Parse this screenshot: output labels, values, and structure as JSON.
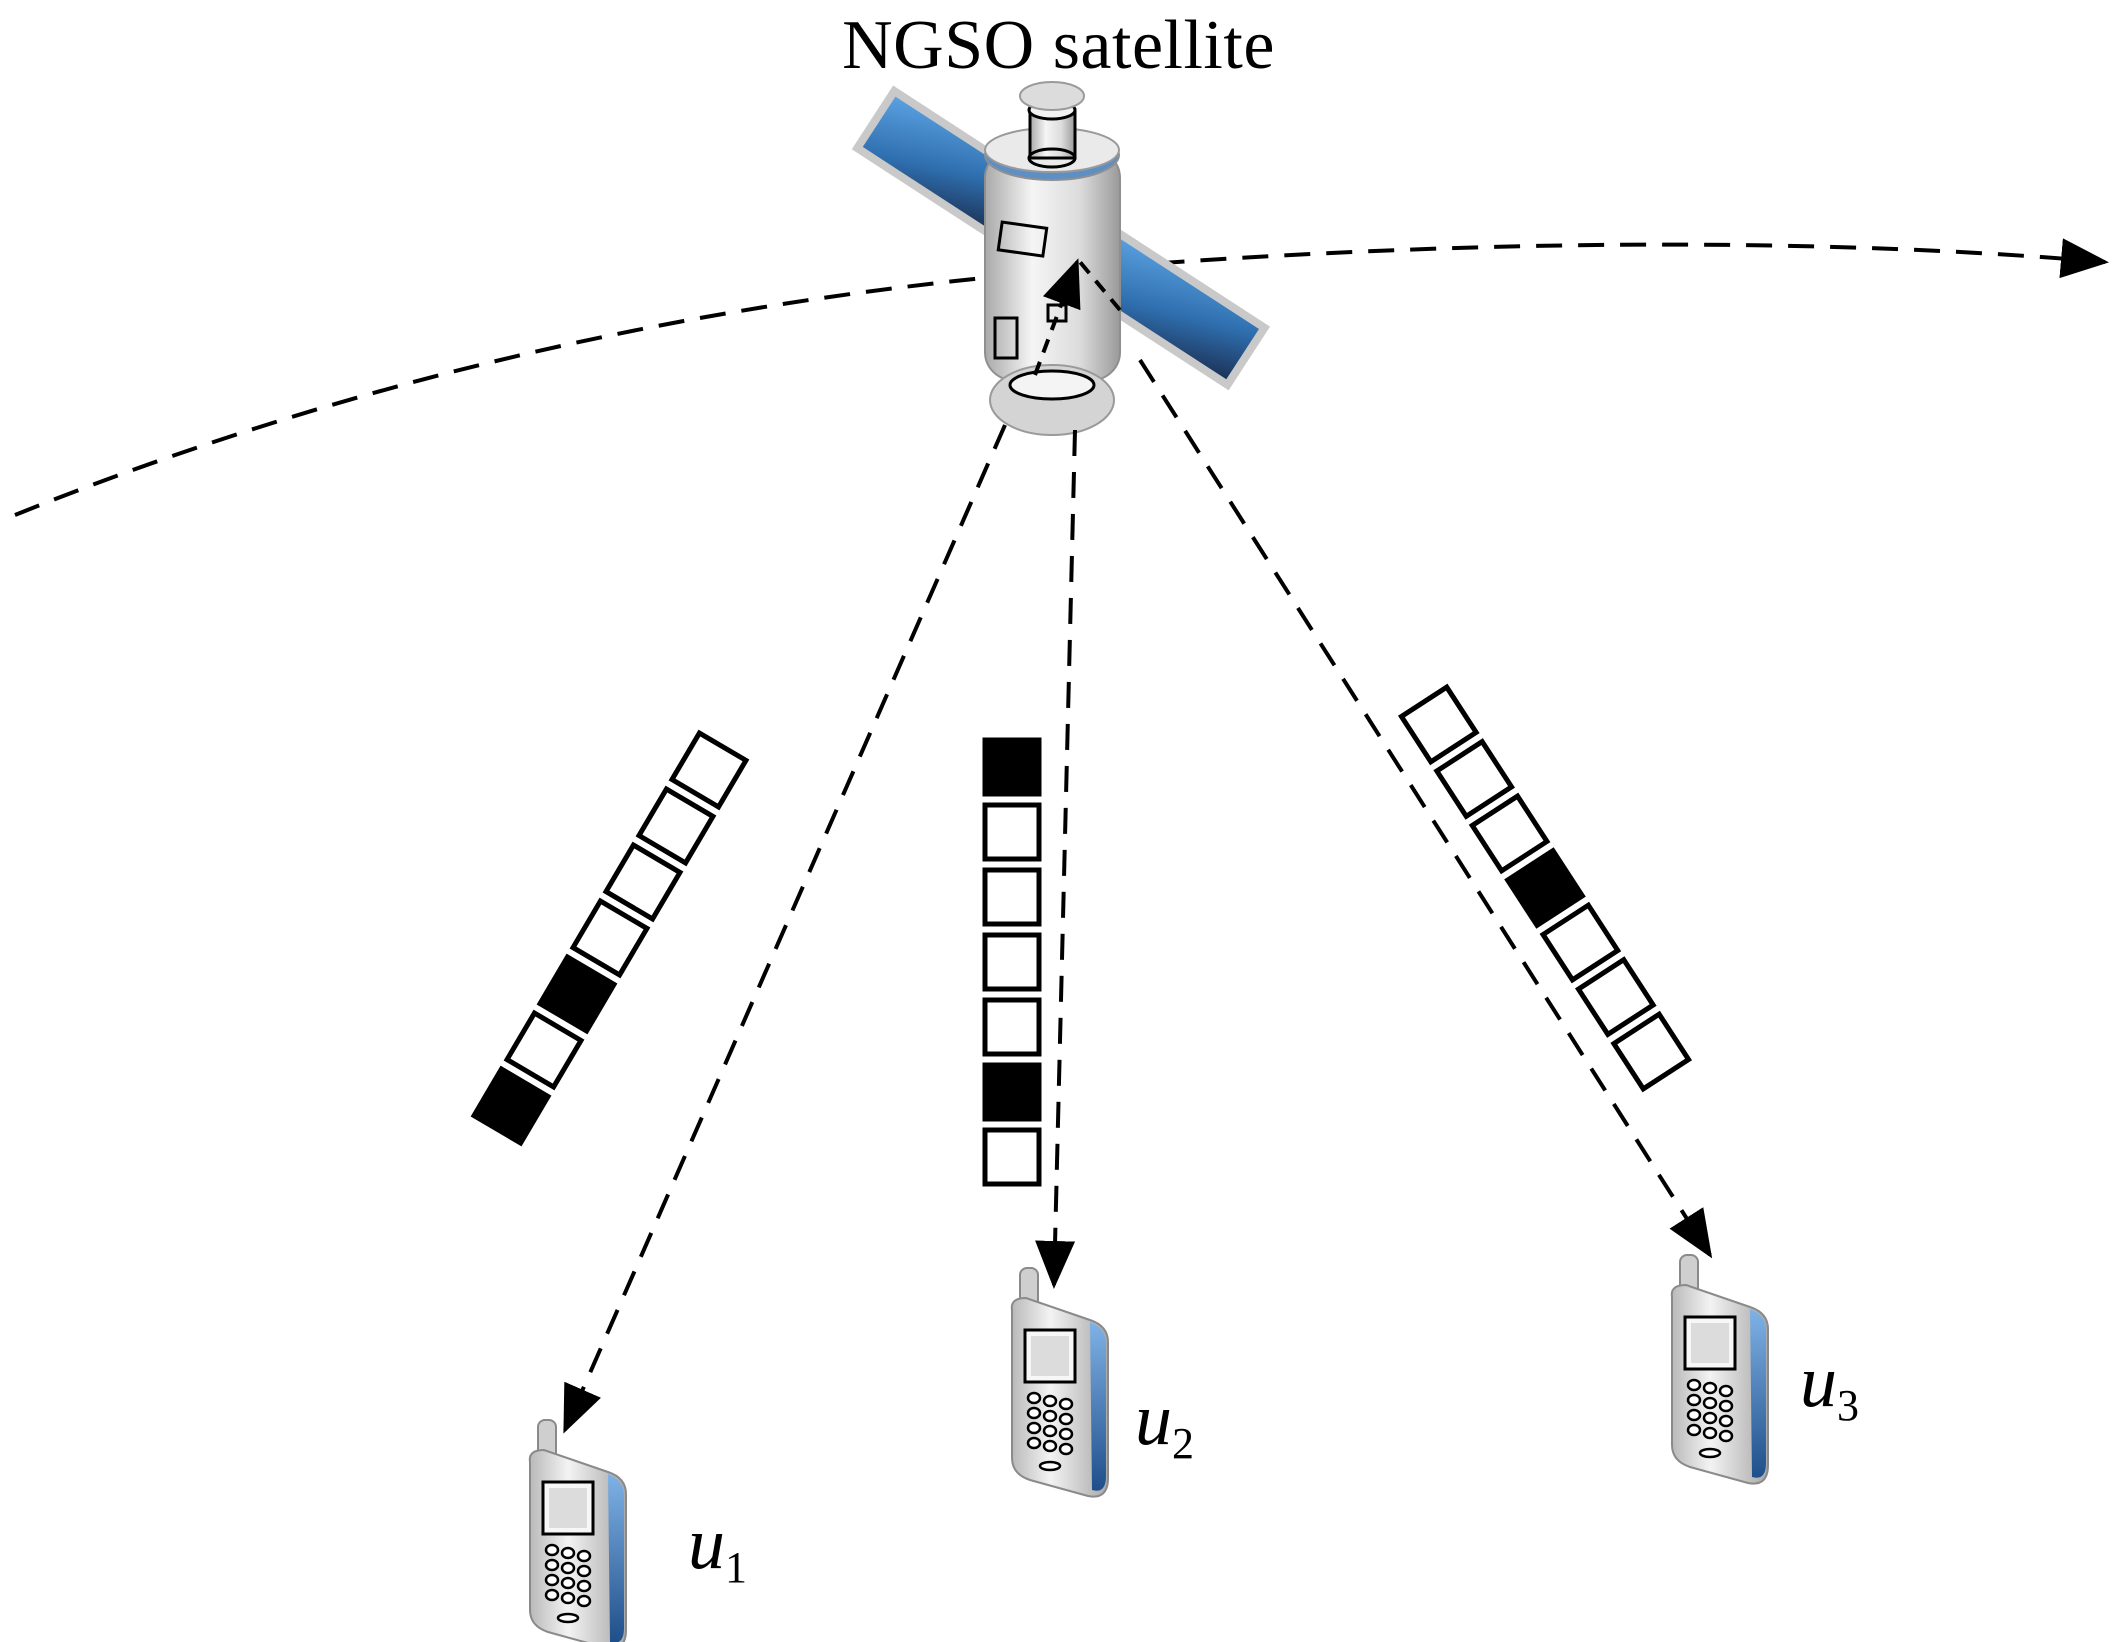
{
  "diagram": {
    "title": "NGSO satellite",
    "users": [
      {
        "label_base": "u",
        "label_sub": "1",
        "slot_pattern": [
          0,
          0,
          0,
          0,
          1,
          0,
          1
        ]
      },
      {
        "label_base": "u",
        "label_sub": "2",
        "slot_pattern": [
          1,
          0,
          0,
          0,
          0,
          1,
          0
        ]
      },
      {
        "label_base": "u",
        "label_sub": "3",
        "slot_pattern": [
          0,
          0,
          0,
          1,
          0,
          0,
          0
        ]
      }
    ],
    "colors": {
      "panel": "#3d7fc1",
      "panel_dark": "#1f3f66",
      "body": "#e4e4e4",
      "frame": "#b5b5b5",
      "slot_filled": "#000000",
      "slot_empty": "#ffffff"
    }
  }
}
